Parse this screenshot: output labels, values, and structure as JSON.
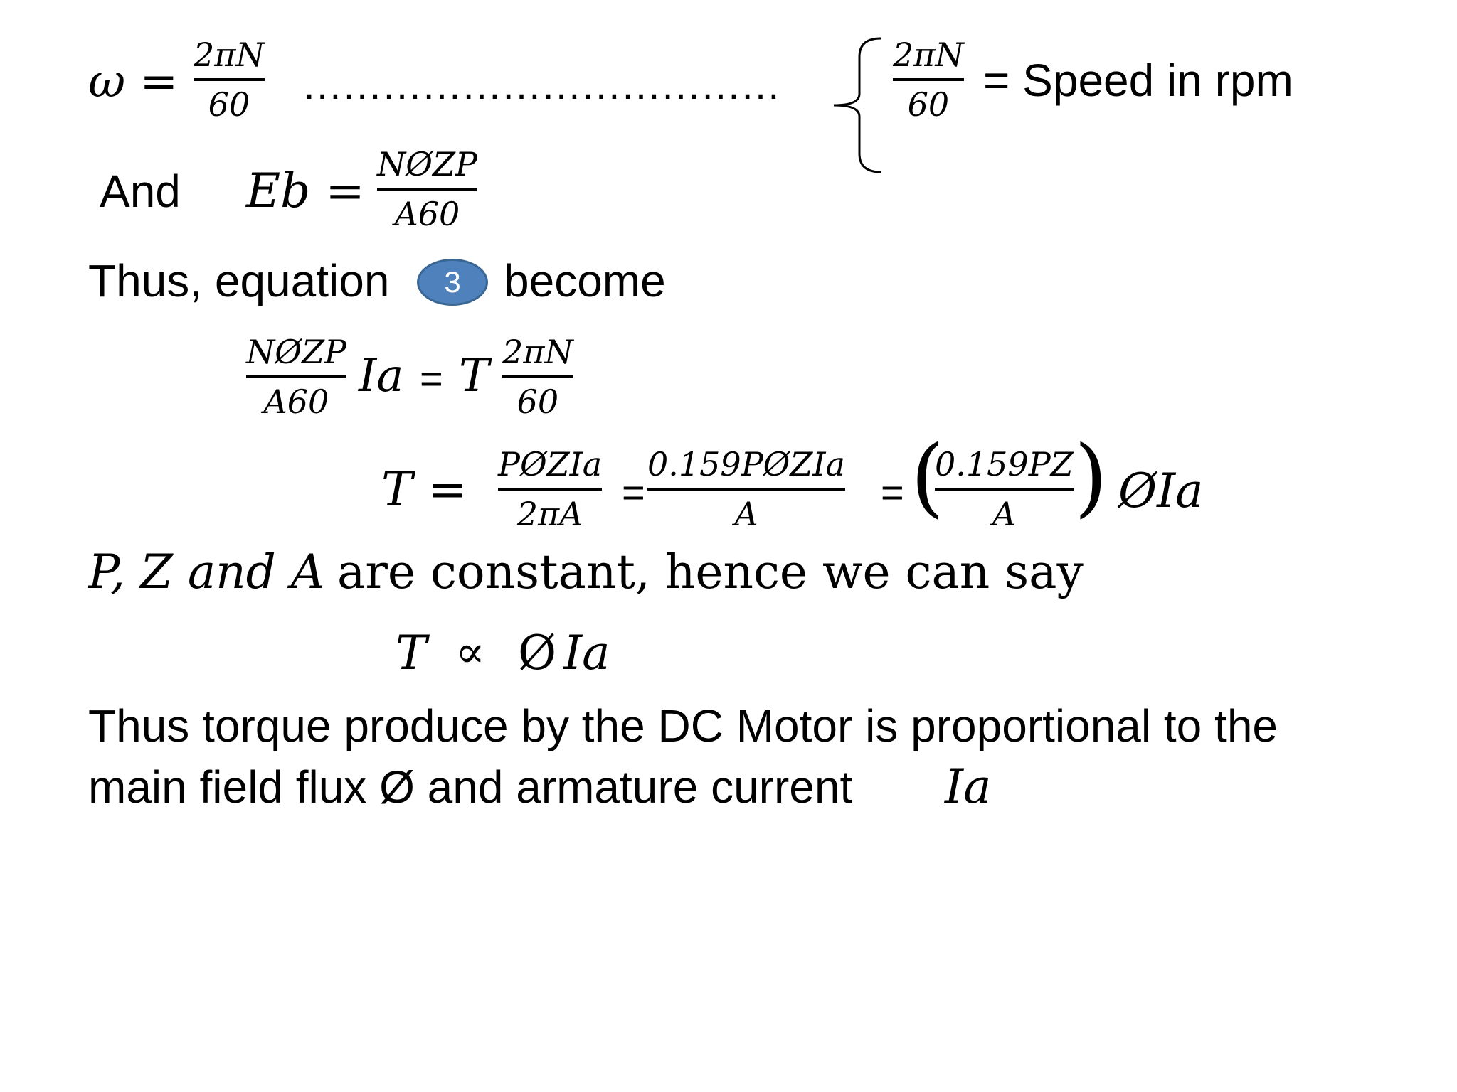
{
  "eq1": {
    "lhs": "ω =",
    "num": "2πN",
    "den": "60",
    "dots": "………………………………"
  },
  "note": {
    "num": "2πN",
    "den": "60",
    "text": "= Speed in rpm"
  },
  "eq2": {
    "word": "And",
    "lhs": "Eb =",
    "num": "NØZP",
    "den": "A60"
  },
  "line3": {
    "before": "Thus, equation",
    "badge": "3",
    "after": "become"
  },
  "eq4": {
    "num1": "NØZP",
    "den1": "A60",
    "ia": "Ia",
    "eq": "=",
    "t": "T",
    "num2": "2πN",
    "den2": "60"
  },
  "eq5": {
    "lhs": "T =",
    "f1_num": "PØZIa",
    "f1_den": "2πA",
    "eq1": "=",
    "f2_num": "0.159PØZIa",
    "f2_den": "A",
    "eq2": "=",
    "paren_open": "(",
    "f3_num": "0.159PZ",
    "f3_den": "A",
    "paren_close": ")",
    "tail": "ØIa"
  },
  "line6": {
    "math": "P, Z and A",
    "text": "are constant, hence we can say"
  },
  "eq7": {
    "t": "T",
    "prop": "∝",
    "phi": "Ø",
    "ia": "Ia"
  },
  "conclusion": {
    "line1": "Thus torque produce by the DC Motor is proportional to the",
    "line2": "main field flux Ø and armature current",
    "ia": "Ia"
  }
}
